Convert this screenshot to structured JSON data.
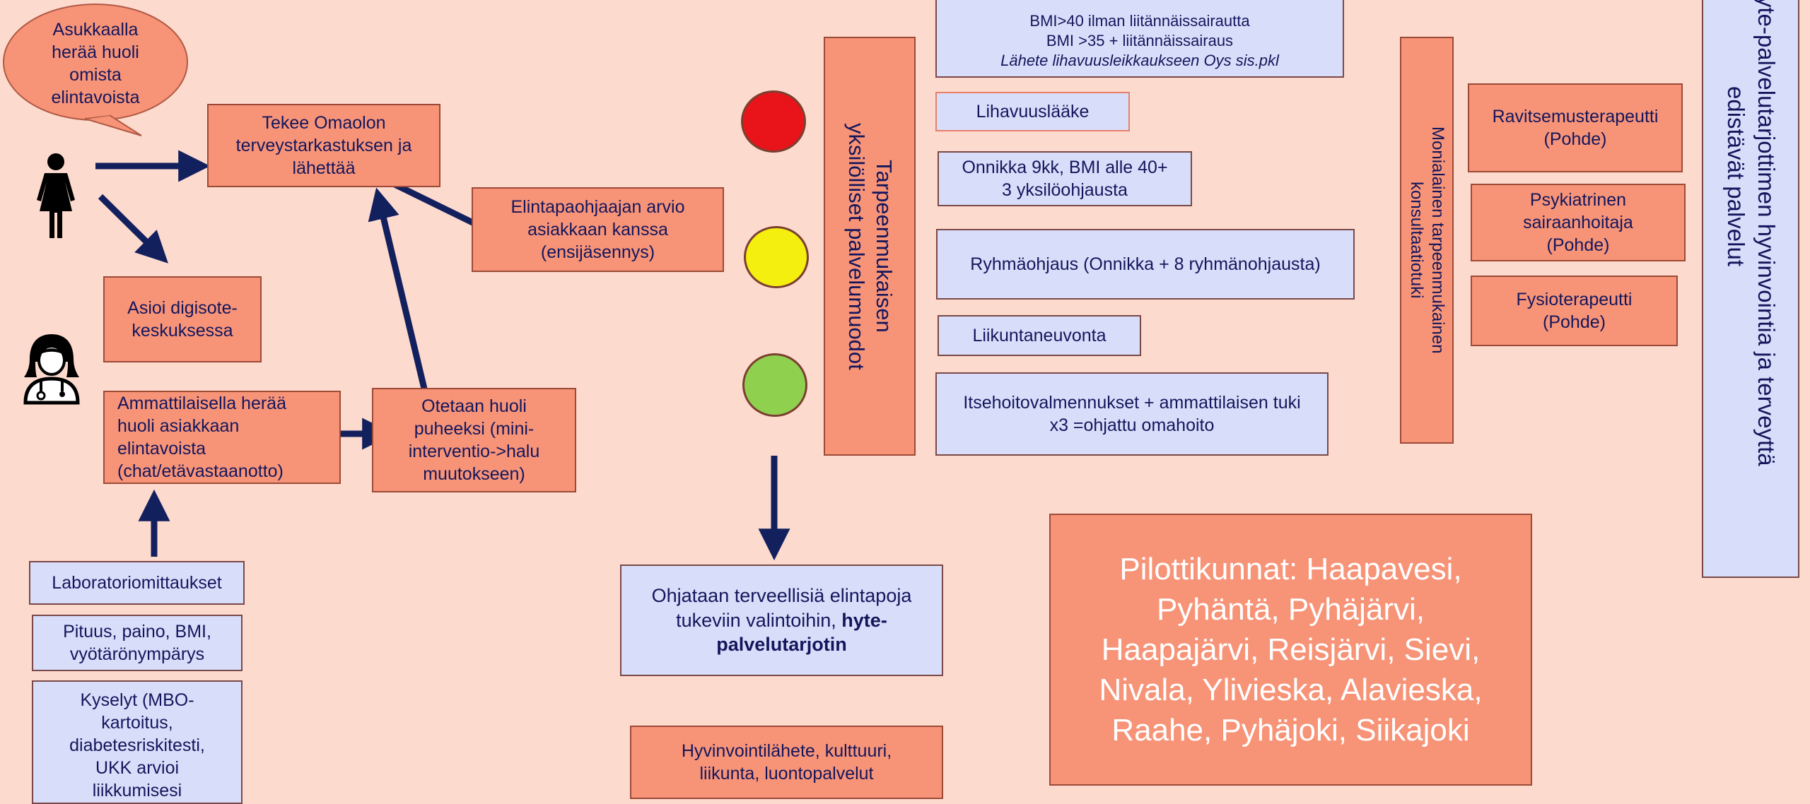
{
  "bubble": "Asukkaalla\nherää huoli\nomista\nelintavoista",
  "omaolon": "Tekee Omaolon\nterveystarkastuksen ja\nlähettää",
  "elintapa_arvio": "Elintapaohjaajan arvio\nasiakkaan kanssa\n(ensijäsennys)",
  "digisote": "Asioi digisote-\nkeskuksessa",
  "ammattilainen": "Ammattilaisella herää\nhuoli asiakkaan\nelintavoista\n(chat/etävastaanotto)",
  "otetaan": "Otetaan huoli\npuheeksi (mini-\ninterventio->halu\nmuutokseen)",
  "lab": "Laboratoriomittaukset",
  "pituus": "Pituus, paino, BMI,\nvyötärönympärys",
  "kyselyt": "Kyselyt (MBO-\nkartoitus,\ndiabetesriskitesti,\nUKK arvioi\nliikkumisesi",
  "tarpeen_line1": "Tarpeenmukaisen",
  "tarpeen_line2": "yksilölliset palvelumuodot",
  "bmi_line1": "BMI>40 ilman liitännäissairautta",
  "bmi_line2": "BMI >35 + liitännäissairaus",
  "bmi_line3": "Lähete lihavuusleikkaukseen Oys sis.pkl",
  "lihavuuslaake": "Lihavuuslääke",
  "onnikka": "Onnikka 9kk, BMI alle 40+\n3 yksilöohjausta",
  "ryhma": "Ryhmäohjaus (Onnikka + 8 ryhmänohjausta)",
  "liikunta": "Liikuntaneuvonta",
  "itsehoito": "Itsehoitovalmennukset + ammattilaisen tuki\nx3 =ohjattu omahoito",
  "ohjataan_pre": "Ohjataan terveellisiä elintapoja\ntukeviin valintoihin, ",
  "ohjataan_bold": "hyte-\npalvelutarjotin",
  "hyvinvointi": "Hyvinvointilähete, kulttuuri,\nliikunta, luontopalvelut",
  "moni_line1": "Monialainen tarpeenmukainen",
  "moni_line2": "konsultaatiotuki",
  "ravitsemus": "Ravitsemusterapeutti\n(Pohde)",
  "psykiatrinen": "Psykiatrinen\nsairaanhoitaja\n(Pohde)",
  "fysio": "Fysioterapeutti\n(Pohde)",
  "pilotti": "Pilottikunnat: Haapavesi,\nPyhäntä, Pyhäjärvi,\nHaapajärvi, Reisjärvi, Sievi,\nNivala, Ylivieska, Alavieska,\nRaahe, Pyhäjoki, Siikajoki",
  "hyte_line1": "Hyte-palvelutarjottimen hyvinvointia ja terveyttä",
  "hyte_line2": "edistävät palvelut",
  "colors": {
    "background": "#fddace",
    "orange": "#f79478",
    "blue": "#d8defa",
    "arrow": "#13205e",
    "red": "#e8141a",
    "yellow": "#f5ef10",
    "green": "#8fd14f"
  }
}
